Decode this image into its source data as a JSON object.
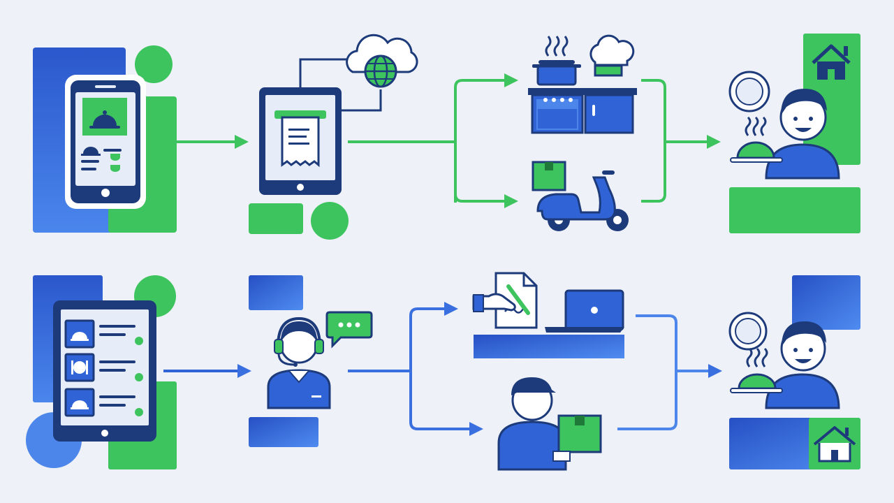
{
  "diagram": {
    "palette": {
      "background": "#eef2f8",
      "navy": "#1d3a7a",
      "blue": "#2f63d6",
      "blue_light": "#4d86ea",
      "green": "#3ec45f",
      "green_dark": "#1f7a3a",
      "white": "#ffffff"
    },
    "rows": [
      {
        "id": "green-flow",
        "accent": "green",
        "stages": [
          {
            "id": "mobile-app-order",
            "icons": [
              "smartphone-icon",
              "food-cloche-icon",
              "menu-list-icon"
            ]
          },
          {
            "id": "tablet-receipt-cloud",
            "icons": [
              "tablet-icon",
              "receipt-icon",
              "cloud-icon",
              "globe-icon"
            ]
          },
          {
            "id": "kitchen-preparation",
            "icons": [
              "cooking-pot-icon",
              "chef-hat-icon",
              "stove-counter-icon"
            ]
          },
          {
            "id": "scooter-delivery",
            "icons": [
              "package-icon",
              "scooter-icon"
            ]
          },
          {
            "id": "customer-at-home",
            "icons": [
              "home-icon",
              "plate-icon",
              "smiling-person-icon",
              "serving-dish-icon"
            ]
          }
        ]
      },
      {
        "id": "blue-flow",
        "accent": "blue",
        "stages": [
          {
            "id": "tablet-menu-order",
            "icons": [
              "tablet-icon",
              "cloche-icon",
              "cutlery-icon",
              "cloche-icon"
            ]
          },
          {
            "id": "call-center-agent",
            "icons": [
              "headset-agent-icon",
              "chat-bubble-icon"
            ]
          },
          {
            "id": "order-signing-laptop",
            "icons": [
              "document-pen-icon",
              "laptop-icon"
            ]
          },
          {
            "id": "courier-handoff",
            "icons": [
              "courier-icon",
              "package-icon"
            ]
          },
          {
            "id": "customer-at-home",
            "icons": [
              "plate-icon",
              "smiling-person-icon",
              "serving-dish-icon",
              "home-icon"
            ]
          }
        ]
      }
    ]
  }
}
